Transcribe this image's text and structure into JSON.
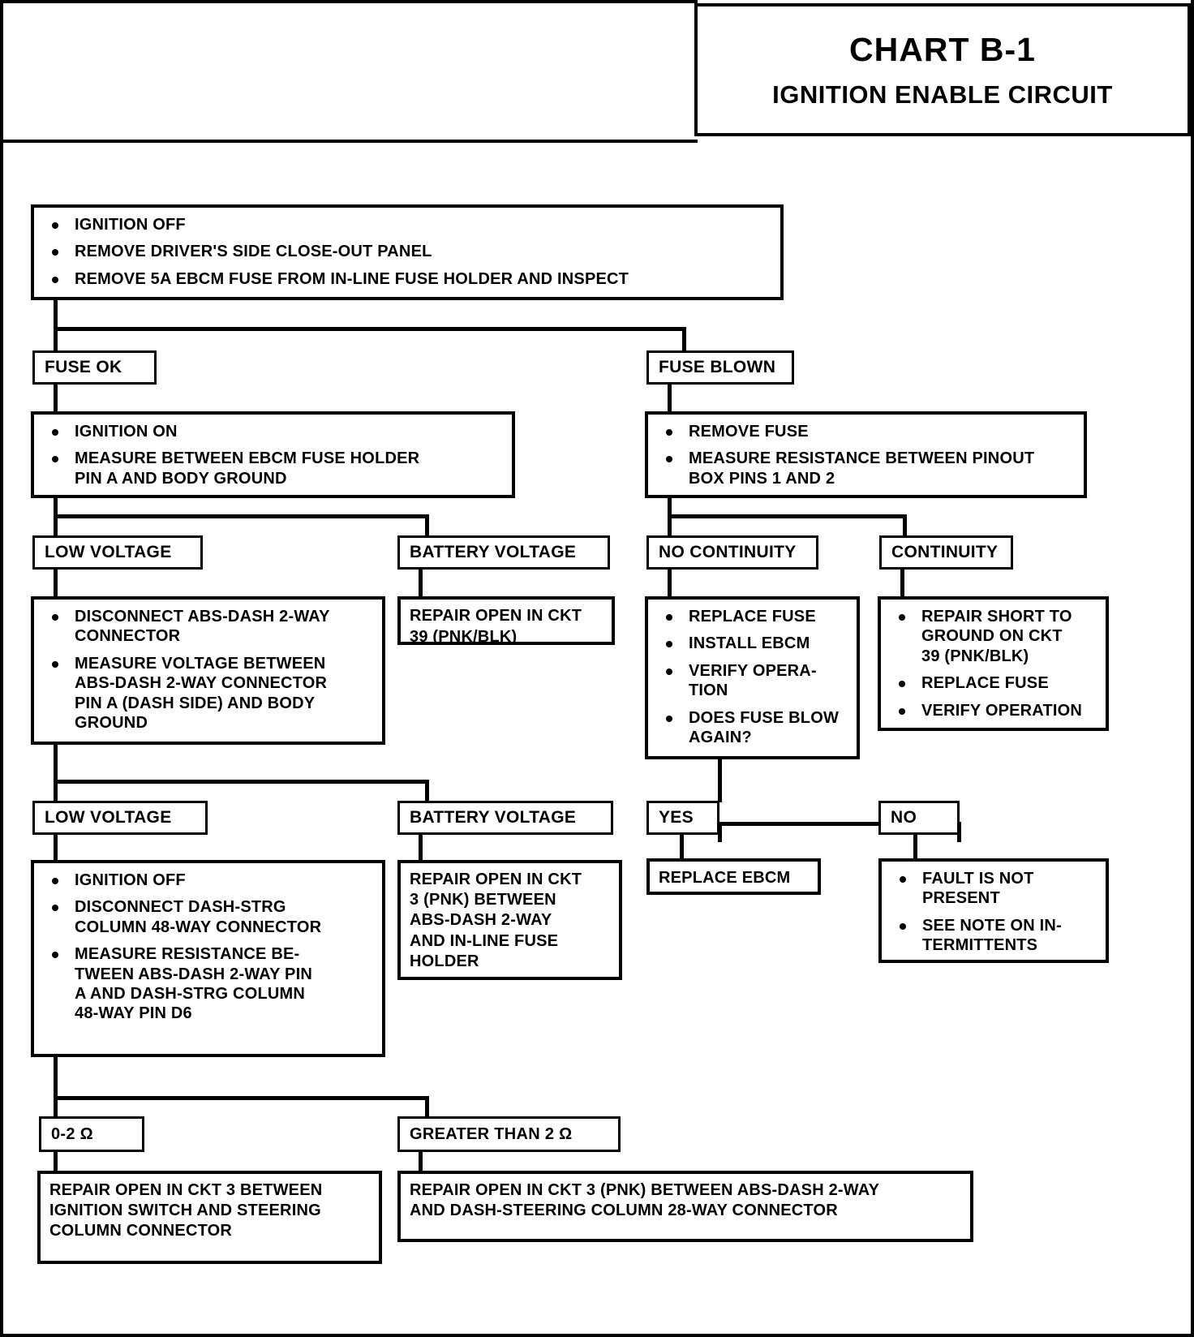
{
  "title": {
    "chart_id": "CHART B-1",
    "chart_name": "IGNITION ENABLE CIRCUIT"
  },
  "nodes": {
    "start": {
      "bullets": [
        "IGNITION OFF",
        "REMOVE DRIVER'S SIDE CLOSE-OUT PANEL",
        "REMOVE 5A EBCM FUSE FROM IN-LINE FUSE HOLDER AND INSPECT"
      ]
    },
    "fuse_ok": {
      "label": "FUSE OK"
    },
    "fuse_blown": {
      "label": "FUSE BLOWN"
    },
    "ignition_on": {
      "bullets": [
        "IGNITION ON",
        "MEASURE  BETWEEN  EBCM FUSE HOLDER\nPIN A AND BODY GROUND"
      ]
    },
    "remove_fuse": {
      "bullets": [
        "REMOVE FUSE",
        "MEASURE  RESISTANCE BETWEEN PINOUT\nBOX PINS 1 AND 2"
      ]
    },
    "low_voltage_1": {
      "label": "LOW VOLTAGE"
    },
    "battery_voltage_1": {
      "label": "BATTERY VOLTAGE"
    },
    "no_continuity": {
      "label": "NO CONTINUITY"
    },
    "continuity": {
      "label": "CONTINUITY"
    },
    "disconnect_abs": {
      "bullets": [
        "DISCONNECT ABS-DASH 2-WAY\nCONNECTOR",
        "MEASURE  VOLTAGE BETWEEN\nABS-DASH 2-WAY CONNECTOR\nPIN A (DASH SIDE) AND BODY\nGROUND"
      ]
    },
    "repair_ckt39": {
      "text": "REPAIR OPEN IN CKT\n39 (PNK/BLK)"
    },
    "replace_fuse_block": {
      "bullets": [
        "REPLACE  FUSE",
        "INSTALL EBCM",
        "VERIFY  OPERA-\nTION",
        "DOES FUSE BLOW\nAGAIN?"
      ]
    },
    "repair_short": {
      "bullets": [
        "REPAIR SHORT TO\nGROUND ON CKT\n39 (PNK/BLK)",
        "REPLACE  FUSE",
        "VERIFY OPERATION"
      ]
    },
    "low_voltage_2": {
      "label": "LOW VOLTAGE"
    },
    "battery_voltage_2": {
      "label": "BATTERY VOLTAGE"
    },
    "yes": {
      "label": "YES"
    },
    "no": {
      "label": "NO"
    },
    "ignition_off_block": {
      "bullets": [
        "IGNITION OFF",
        "DISCONNECT DASH-STRG\nCOLUMN 48-WAY CONNECTOR",
        "MEASURE  RESISTANCE BE-\nTWEEN ABS-DASH 2-WAY PIN\nA AND DASH-STRG COLUMN\n48-WAY PIN D6"
      ]
    },
    "repair_ckt3_inline": {
      "text": "REPAIR OPEN IN CKT\n3 (PNK) BETWEEN\nABS-DASH 2-WAY\nAND IN-LINE FUSE\nHOLDER"
    },
    "replace_ebcm": {
      "text": "REPLACE EBCM"
    },
    "fault_not_present": {
      "bullets": [
        "FAULT IS NOT\nPRESENT",
        "SEE  NOTE ON IN-\nTERMITTENTS"
      ]
    },
    "ohm_low": {
      "label": "0-2  Ω"
    },
    "ohm_high": {
      "label": "GREATER THAN 2  Ω"
    },
    "repair_ign_switch": {
      "text": "REPAIR OPEN IN CKT 3 BETWEEN\nIGNITION SWITCH AND STEERING\nCOLUMN CONNECTOR"
    },
    "repair_dash_strg": {
      "text": "REPAIR OPEN IN CKT 3 (PNK) BETWEEN ABS-DASH 2-WAY\nAND DASH-STEERING COLUMN 28-WAY CONNECTOR"
    }
  }
}
